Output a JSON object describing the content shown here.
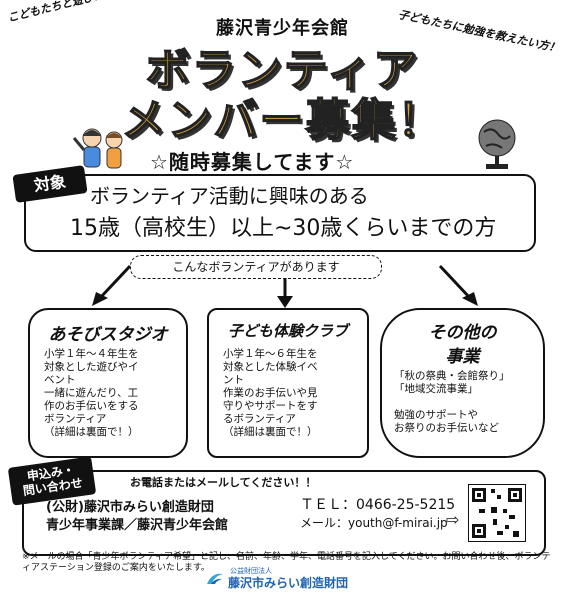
{
  "corners": {
    "left": "こどもたちと遊びたい方！",
    "right": "子どもたちに勉強を教えたい方！"
  },
  "venue": "藤沢青少年会館",
  "banner": {
    "line1": "ボランティア",
    "line2": "メンバー募集！"
  },
  "tagline": "☆随時募集してます☆",
  "target": {
    "tag": "対象",
    "line1": "ボランティア活動に興味のある",
    "line2": "15歳（高校生）以上~30歳くらいまでの方"
  },
  "intro_pill": "こんなボランティアがあります",
  "cards": [
    {
      "title": "あそびスタジオ",
      "body": "小学１年～４年生を\n対象とした遊びやイ\nベント\n一緒に遊んだり、工\n作のお手伝いをする\nボランティア\n（詳細は裏面で！）"
    },
    {
      "title": "子ども体験クラブ",
      "body": "小学１年～６年生を\n対象とした体験イベ\nント\n作業のお手伝いや見\n守りやサポートをす\nるボランティア\n（詳細は裏面で！）"
    },
    {
      "title_line1": "その他の",
      "title_line2": "事業",
      "body": "「秋の祭典・会館祭り」\n「地域交流事業」\n\n勉強のサポートや\nお祭りのお手伝いなど"
    }
  ],
  "contact": {
    "tag": "申込み・\n問い合わせ",
    "intro": "お電話またはメールしてください！！",
    "org1": "(公財)藤沢市みらい創造財団",
    "org2": "青少年事業課／藤沢青少年会館",
    "tel": "ＴＥＬ：0466-25-5215",
    "mail": "メール：youth@f-mirai.jp",
    "arrow": "⇨"
  },
  "note": "※メールの場合「青少年ボランティア希望」と記し、名前、年齢、学年、電話番号を記入してください。お問い合わせ後、ボランティアステーション登録のご案内をいたします。",
  "logo": {
    "small": "公益財団法人",
    "name": "藤沢市みらい創造財団"
  }
}
